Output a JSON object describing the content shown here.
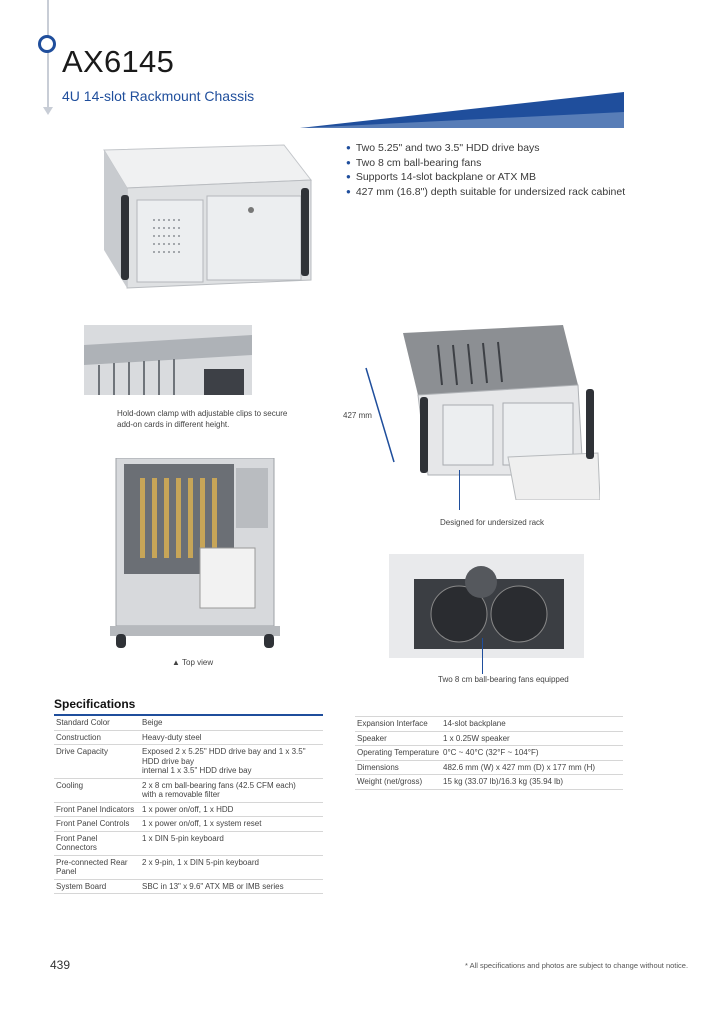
{
  "header": {
    "title": "AX6145",
    "subtitle": "4U 14-slot Rackmount Chassis",
    "accent": "#1f4e9c"
  },
  "features": [
    "Two 5.25\" and two 3.5\" HDD drive bays",
    "Two 8 cm ball-bearing fans",
    "Supports 14-slot backplane or ATX MB",
    "427 mm (16.8\") depth suitable for undersized rack cabinet"
  ],
  "captions": {
    "hold_down": [
      "Hold-down clamp with adjustable clips to secure",
      "add-on cards in different height."
    ],
    "depth_label": "427 mm",
    "undersized": "Designed for undersized rack",
    "top_view": "▲ Top view",
    "fans": "Two 8 cm ball-bearing fans equipped"
  },
  "specs": {
    "title": "Specifications",
    "left": [
      {
        "k": "Standard Color",
        "v": "Beige"
      },
      {
        "k": "Construction",
        "v": "Heavy-duty steel"
      },
      {
        "k": "Drive Capacity",
        "v": "Exposed 2 x 5.25\" HDD drive bay and 1 x 3.5\" HDD drive bay",
        "v2": "internal 1 x 3.5\" HDD drive bay"
      },
      {
        "k": "Cooling",
        "v": "2 x 8 cm ball-bearing fans (42.5 CFM each)",
        "v2": "with a removable filter"
      },
      {
        "k": "Front Panel Indicators",
        "v": "1 x power on/off, 1 x HDD"
      },
      {
        "k": "Front Panel Controls",
        "v": "1 x power on/off, 1 x system reset"
      },
      {
        "k": "Front Panel Connectors",
        "v": "1 x DIN 5-pin keyboard"
      },
      {
        "k": "Pre-connected Rear Panel",
        "v": "2 x 9-pin, 1 x DIN 5-pin keyboard"
      },
      {
        "k": "System Board",
        "v": "SBC in 13\" x 9.6\" ATX MB or IMB series"
      }
    ],
    "right": [
      {
        "k": "Expansion Interface",
        "v": "14-slot backplane"
      },
      {
        "k": "Speaker",
        "v": "1 x 0.25W speaker"
      },
      {
        "k": "Operating Temperature",
        "v": "0°C ~ 40°C (32°F ~ 104°F)"
      },
      {
        "k": "Dimensions",
        "v": "482.6 mm (W) x 427 mm (D) x 177 mm (H)"
      },
      {
        "k": "Weight (net/gross)",
        "v": "15 kg (33.07 lb)/16.3 kg (35.94 lb)"
      }
    ]
  },
  "footer": {
    "page_number": "439",
    "note": "* All specifications and photos are subject to change without notice."
  }
}
